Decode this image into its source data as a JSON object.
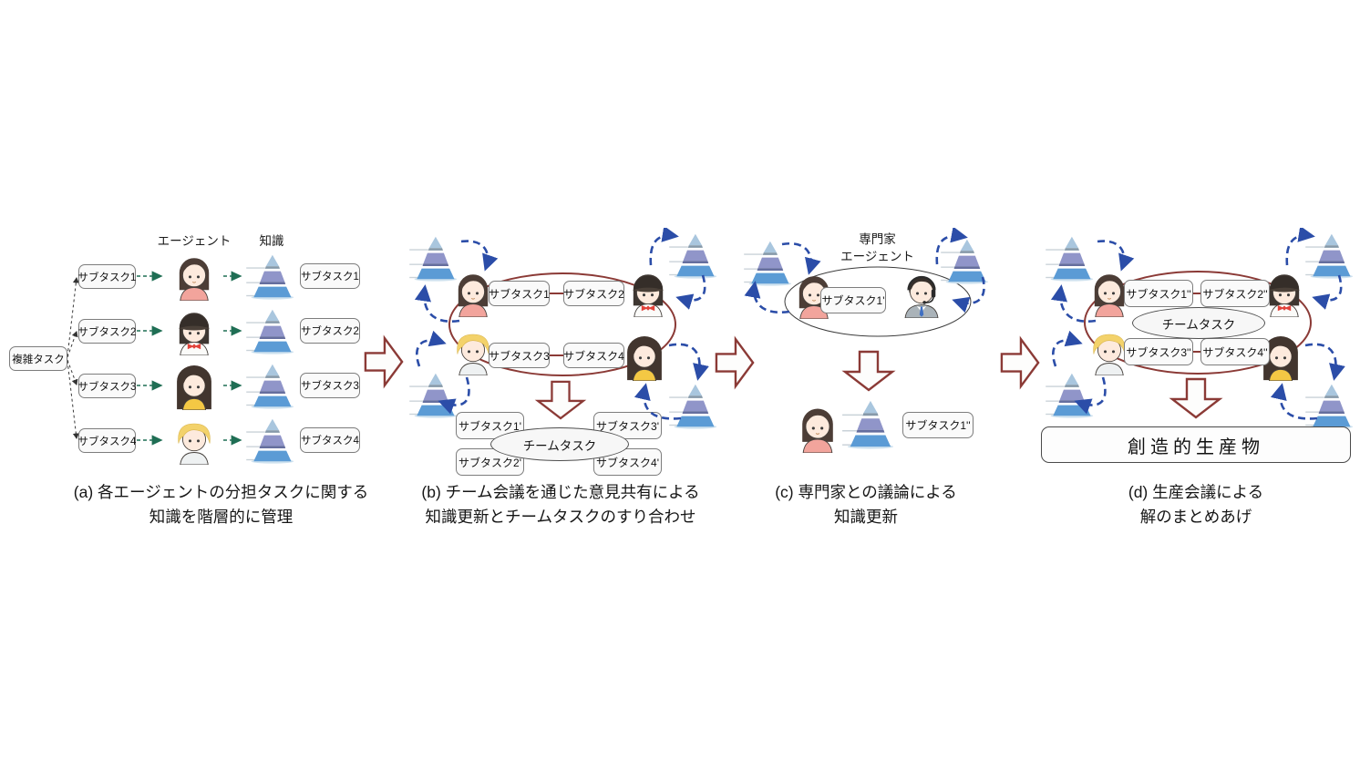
{
  "panel_a": {
    "root_task": "複雑タスク",
    "header_agent": "エージェント",
    "header_knowledge": "知識",
    "subtasks": [
      "サブタスク1",
      "サブタスク2",
      "サブタスク3",
      "サブタスク4"
    ],
    "knowledge_labels": [
      "サブタスク1",
      "サブタスク2",
      "サブタスク3",
      "サブタスク4"
    ],
    "caption_line1": "(a) 各エージェントの分担タスクに関する",
    "caption_line2": "知識を階層的に管理"
  },
  "panel_b": {
    "subtasks": [
      "サブタスク1",
      "サブタスク2",
      "サブタスク3",
      "サブタスク4"
    ],
    "merged_subtasks": [
      "サブタスク1'",
      "サブタスク3'",
      "サブタスク2'",
      "サブタスク4'"
    ],
    "team_task": "チームタスク",
    "caption_line1": "(b) チーム会議を通じた意見共有による",
    "caption_line2": "知識更新とチームタスクのすり合わせ"
  },
  "panel_c": {
    "expert_line1": "専門家",
    "expert_line2": "エージェント",
    "discussion_task": "サブタスク1'",
    "updated_task": "サブタスク1''",
    "caption_line1": "(c) 専門家との議論による",
    "caption_line2": "知識更新"
  },
  "panel_d": {
    "subtasks": [
      "サブタスク1''",
      "サブタスク2''",
      "サブタスク3''",
      "サブタスク4''"
    ],
    "team_task": "チームタスク",
    "output": "創造的生産物",
    "caption_line1": "(d) 生産会議による",
    "caption_line2": "解のまとめあげ"
  },
  "colors": {
    "accent_red": "#8b3a36",
    "arrow_blue": "#2b4da8",
    "arrow_teal": "#1f6e54",
    "pyramid_top": "#a9c6de",
    "pyramid_mid": "#9095c9",
    "pyramid_bottom": "#5b9bd5"
  }
}
